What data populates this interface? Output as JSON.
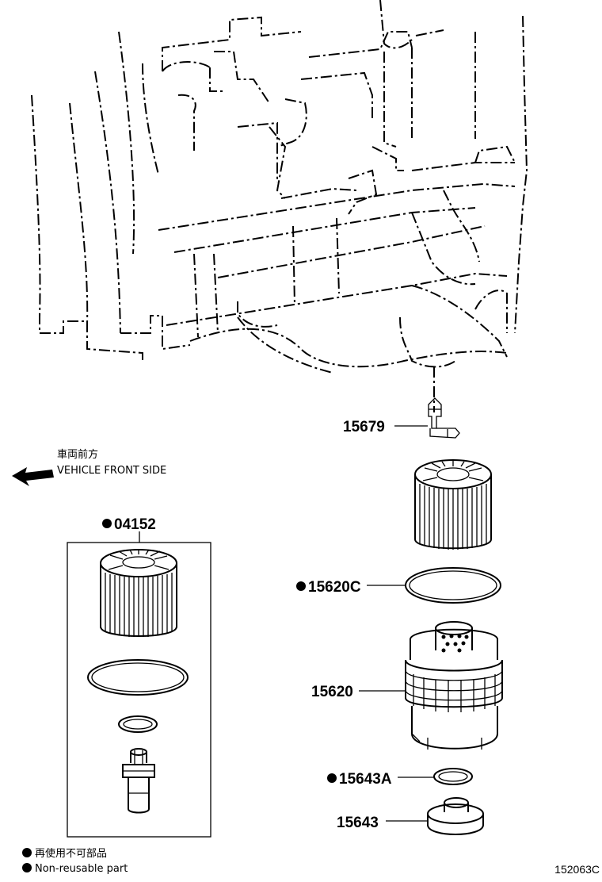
{
  "parts": {
    "p15679": "15679",
    "p04152": "04152",
    "p15620C": "15620C",
    "p15620": "15620",
    "p15643A": "15643A",
    "p15643": "15643"
  },
  "direction": {
    "jp": "車両前方",
    "en": "VEHICLE FRONT SIDE"
  },
  "legend": {
    "jp": "再使用不可部品",
    "en": "Non-reusable part"
  },
  "figure_code": "152063C"
}
